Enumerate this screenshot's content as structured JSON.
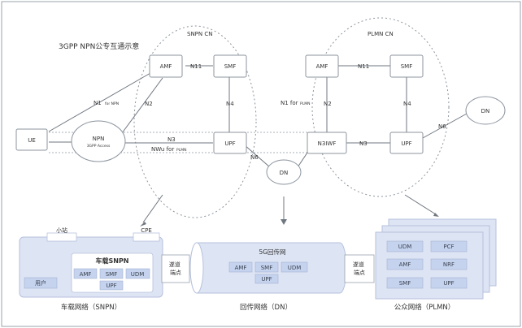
{
  "top": {
    "heading": "3GPP NPN公专互通示意",
    "snpn_cn_label": "SNPN CN",
    "plmn_cn_label": "PLMN CN",
    "ue": "UE",
    "npn": "NPN",
    "npn_sub": "3GPP Access",
    "dn": "DN",
    "dn_right": "DN",
    "snpn": {
      "amf": "AMF",
      "smf": "SMF",
      "upf": "UPF"
    },
    "plmn": {
      "amf": "AMF",
      "smf": "SMF",
      "n3iwf": "N3IWF",
      "upf": "UPF"
    },
    "links": {
      "n11_snpn": "N11",
      "n11_plmn": "N11",
      "n4_snpn": "N4",
      "n4_plmn": "N4",
      "n2_snpn": "N2",
      "n2_plmn": "N2",
      "n1_npn": "N1",
      "n1_npn_sub": "for NPN",
      "n1_plmn": "N1 for",
      "n1_plmn_sub": "PLMN",
      "n3_snpn": "N3",
      "n3_plmn": "N3",
      "nwu": "NWu for",
      "nwu_sub": "PLMN",
      "n6_mid": "N6",
      "n6_right": "N6"
    }
  },
  "bottom": {
    "vehicle": {
      "small_station": "小站",
      "cpe": "CPE",
      "title": "车载SNPN",
      "nfs": [
        "AMF",
        "SMF",
        "UDM",
        "UPF"
      ],
      "user": "用户",
      "tunnel_label": "遂道\n端点",
      "caption": "车载网络（SNPN）"
    },
    "backhaul": {
      "title": "5G回传网",
      "nfs": [
        "AMF",
        "SMF",
        "UDM",
        "UPF"
      ],
      "caption": "回传网络（DN）"
    },
    "public": {
      "tunnel_label": "遂道\n端点",
      "nfs": [
        "UDM",
        "PCF",
        "AMF",
        "NRF",
        "SMF",
        "UPF"
      ],
      "caption": "公众网络（PLMN）"
    }
  }
}
